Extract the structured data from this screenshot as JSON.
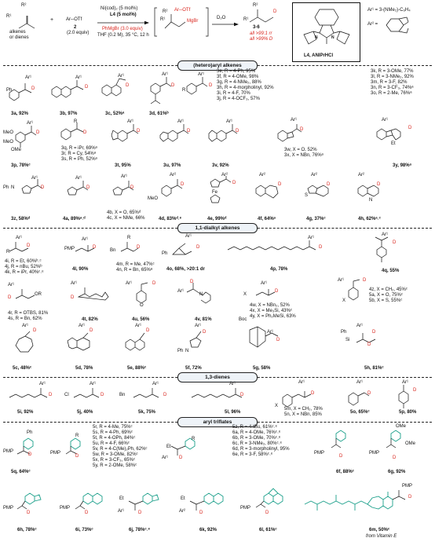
{
  "scheme": {
    "r1": "R¹",
    "r2": "R²",
    "arotf": "Ar─OTf",
    "reagent_label": "alkenes\nor dienes",
    "reagent2_num": "2",
    "reagent2_equiv": "(2.0 equiv)",
    "cond1": "Ni(cod)₂ (5 mol%)",
    "cond2": "L4 (5 mol%)",
    "cond3": "PhMgBr (3.0 equiv)",
    "cond4": "THF (0.2 M), 35 °C, 12 h",
    "intermediate": "MgBr",
    "quench": "D₂O",
    "product_num": "3-6",
    "purity1": "all >99:1 rr",
    "purity2": "all >99% D",
    "ligand_name": "L4, ANIPrHCl",
    "ar1": "Ar¹ = 3-(NMe₂)-C₆H₄",
    "ar2": "Ar² ="
  },
  "sections": {
    "s1": "(hetero)aryl alkenes",
    "s2": "1,1-dialkyl alkenes",
    "s3": "1,3-dienes",
    "s4": "aryl triflates"
  },
  "row1": {
    "c3a": "3a, 92%",
    "c3b": "3b, 97%",
    "c3c": "3c, 52%ᵃ",
    "c3d": "3d, 61%ᵇ",
    "list1": [
      "3e, R = 4-Ph, 95%",
      "3f, R = 4-OMe, 98%",
      "3g, R = 4-NMe₂, 88%",
      "3h, R = 4-morpholinyl, 92%",
      "3i, R = 4-F, 70%",
      "3j, R = 4-OCF₃, 57%"
    ],
    "list2": [
      "3k, R = 3-OMe, 77%",
      "3l, R = 3-NMe₂, 92%",
      "3m, R = 3-F, 82%",
      "3n, R = 3-CF₃, 74%ᵃ",
      "3o, R = 2-Me, 76%ᵃ"
    ]
  },
  "row2": {
    "c3p": "3p, 78%ᶜ",
    "list": [
      "3q, R = iPr, 69%ᵃ",
      "3r, R = Cy, 54%ᵃ",
      "3s, R = Ph, 52%ᵃ"
    ],
    "c3t": "3t, 95%",
    "c3u": "3u, 97%",
    "c3v": "3v, 92%",
    "list2": [
      "3w, X = O, 52%",
      "3x, X = NBn, 76%ᵃ"
    ],
    "c3y": "3y, 98%ᵃ"
  },
  "row3": {
    "c3z": "3z, 58%ᵈ",
    "c4a": "4a, 89%ᵃ˒ᵈ",
    "list": [
      "4b, X = O, 65%ᵈ",
      "4c, X = NMe, 66%"
    ],
    "c4d": "4d, 83%ᵈ˒ᵉ",
    "c4e": "4e, 99%ᵈ",
    "c4f": "4f, 64%ᵃ",
    "c4g": "4g, 37%ᶜ",
    "c4h": "4h, 62%ᵃ˒ᶜ"
  },
  "row4": {
    "list": [
      "4i, R = Et, 60%ᵇ˒ᶜ",
      "4j, R = nBu, 52%ᵇ",
      "4k, R = iPr, 40%ᶜ˒ᵉ"
    ],
    "c4l": "4l, 90%",
    "list2": [
      "4m, R = Me, 47%ᶜ",
      "4n, R = Bn, 65%ᵃ"
    ],
    "c4o": "4o, 68%, >20:1 dr",
    "c4p": "4p, 78%",
    "c4q": "4q, 55%"
  },
  "row5": {
    "list": [
      "4r, R = OTBS, 81%",
      "4s, R = Bn, 62%"
    ],
    "c4t": "4t, 82%",
    "c4u": "4u, 56%",
    "c4v": "4v, 81%",
    "list2": [
      "4w, X = NBn₂, 52%",
      "4x, X = Me₃Si, 43%ᶜ",
      "4y, X = Ph₂MeSi, 63%"
    ],
    "list3": [
      "4z, X = CH₂, 45%ᶜ",
      "5a, X = O, 75%ᶜ",
      "5b, X = S, 55%ᶜ"
    ]
  },
  "row6": {
    "c5c": "5c, 48%ᶜ",
    "c5d": "5d, 78%",
    "c5e": "5e, 88%ᶜ",
    "c5f": "5f, 72%",
    "c5g": "5g, 58%",
    "c5h": "5h, 81%ᶜ"
  },
  "row7": {
    "c5i": "5i, 92%",
    "c5j": "5j, 40%",
    "c5k": "5k, 75%",
    "c5l": "5l, 96%",
    "list": [
      "5m, X = CH₂, 78%",
      "5n, X = NBn, 85%"
    ],
    "c5o": "5o, 65%ᶜ",
    "c5p": "5p, 80%"
  },
  "row8": {
    "c5q": "5q, 64%ᶜ",
    "list": [
      "5r, R = 4-Me, 75%ᶜ",
      "5s, R = 4-Ph, 69%ᶜ",
      "5t, R = 4-OPh, 84%ᶜ",
      "5u, R = 4-F, 66%ᶜ",
      "5v, R = 4-C(Me)₂Ph, 62%ᶜ",
      "5w, R = 3-OMe, 82%ᶜ",
      "5x, R = 3-CF₃, 65%ᶜ",
      "5y, R = 2-OMe, 58%ᶜ"
    ],
    "list2": [
      "5z, R = 4-tBu, 61%ᶜ˒ᵉ",
      "6a, R = 4-OMe, 76%ᶜ˒ᵉ",
      "6b, R = 3-OMe, 70%ᶜ˒ᵉ",
      "6c, R = 3-NMe₂, 80%ᶜ˒ᵉ",
      "6d, R = 3-morpholinyl, 95%",
      "6e, R = 3-F, 58%ᶜ˒ᵉ"
    ],
    "c6f": "6f, 88%ᶜ",
    "c6g": "6g, 92%"
  },
  "row9": {
    "c6h": "6h, 78%ᶜ",
    "c6i": "6i, 73%ᶜ",
    "c6j": "6j, 78%ᶜ˒ᵉ",
    "c6k": "6k, 92%",
    "c6l": "6l, 61%ᶜ",
    "c6m": "6m, 50%ᶜ",
    "c6m_src": "from Vitamin E"
  },
  "labels": {
    "ar1": "Ar¹",
    "ar2": "Ar²",
    "d": "D",
    "pmp": "PMP",
    "r": "R",
    "x": "X",
    "me": "Me",
    "et": "Et",
    "ph": "Ph",
    "bn": "Bn",
    "boc": "Boc",
    "meo": "MeO",
    "ome": "OMe",
    "fe": "Fe",
    "n": "N",
    "o": "O",
    "s": "S",
    "si": "Si"
  }
}
